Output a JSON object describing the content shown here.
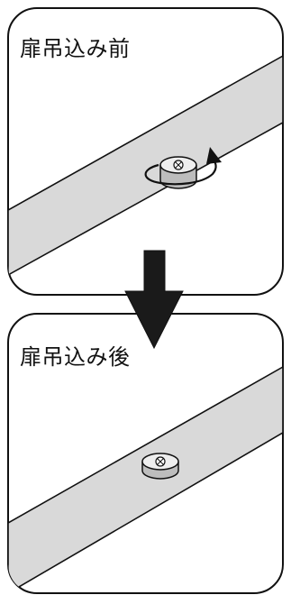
{
  "panels": [
    {
      "id": "before",
      "title": "扉吊込み前"
    },
    {
      "id": "after",
      "title": "扉吊込み後"
    }
  ],
  "colors": {
    "outline": "#111111",
    "board": "#d9d9d9",
    "background": "#ffffff",
    "arrow": "#1a1a1a",
    "knob_top": "#eeeeee",
    "knob_side": "#bdbdbd"
  },
  "icons": {
    "rotation": "rotate-arrow-icon",
    "direction": "down-arrow-icon",
    "knob": "adjuster-screw-icon"
  }
}
